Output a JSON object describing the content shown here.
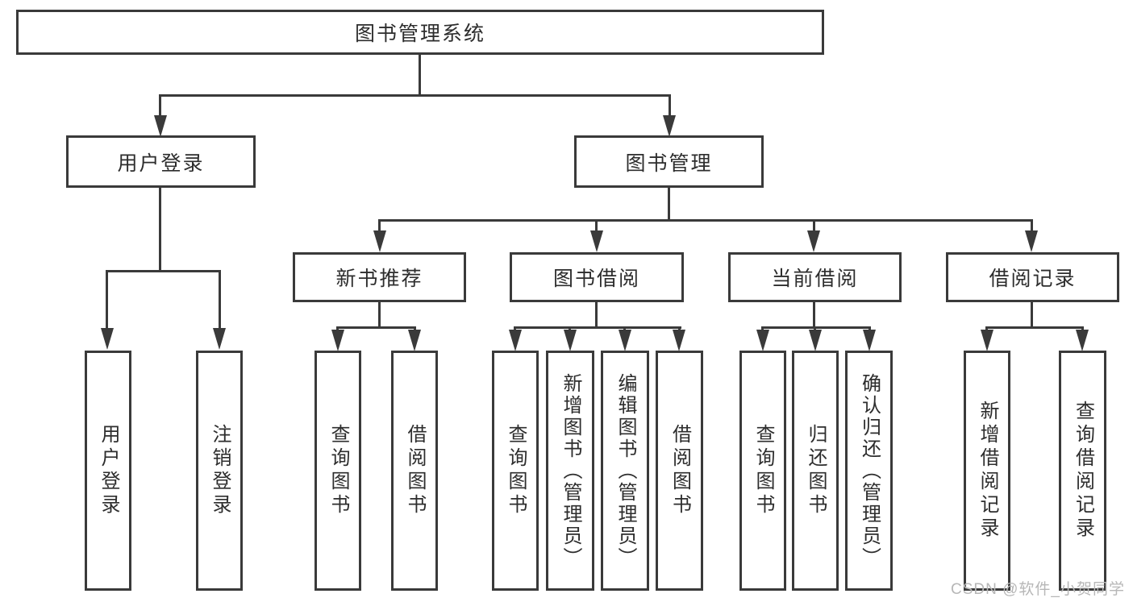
{
  "tree": {
    "root": {
      "label": "图书管理系统"
    },
    "branches": [
      {
        "label": "用户登录",
        "children": [
          {
            "label": "用户登录"
          },
          {
            "label": "注销登录"
          }
        ]
      },
      {
        "label": "图书管理",
        "children": [
          {
            "label": "新书推荐",
            "children": [
              {
                "label": "查询图书"
              },
              {
                "label": "借阅图书"
              }
            ]
          },
          {
            "label": "图书借阅",
            "children": [
              {
                "label": "查询图书"
              },
              {
                "label": "新增图书（管理员）"
              },
              {
                "label": "编辑图书（管理员）"
              },
              {
                "label": "借阅图书"
              }
            ]
          },
          {
            "label": "当前借阅",
            "children": [
              {
                "label": "查询图书"
              },
              {
                "label": "归还图书"
              },
              {
                "label": "确认归还（管理员）"
              }
            ]
          },
          {
            "label": "借阅记录",
            "children": [
              {
                "label": "新增借阅记录"
              },
              {
                "label": "查询借阅记录"
              }
            ]
          }
        ]
      }
    ]
  },
  "watermark": {
    "text": "CSDN @软件_小贺同学"
  },
  "colors": {
    "line": "#3a3a3a",
    "text": "#2d2d2d",
    "watermark": "#b7b7b7",
    "background": "#ffffff"
  }
}
